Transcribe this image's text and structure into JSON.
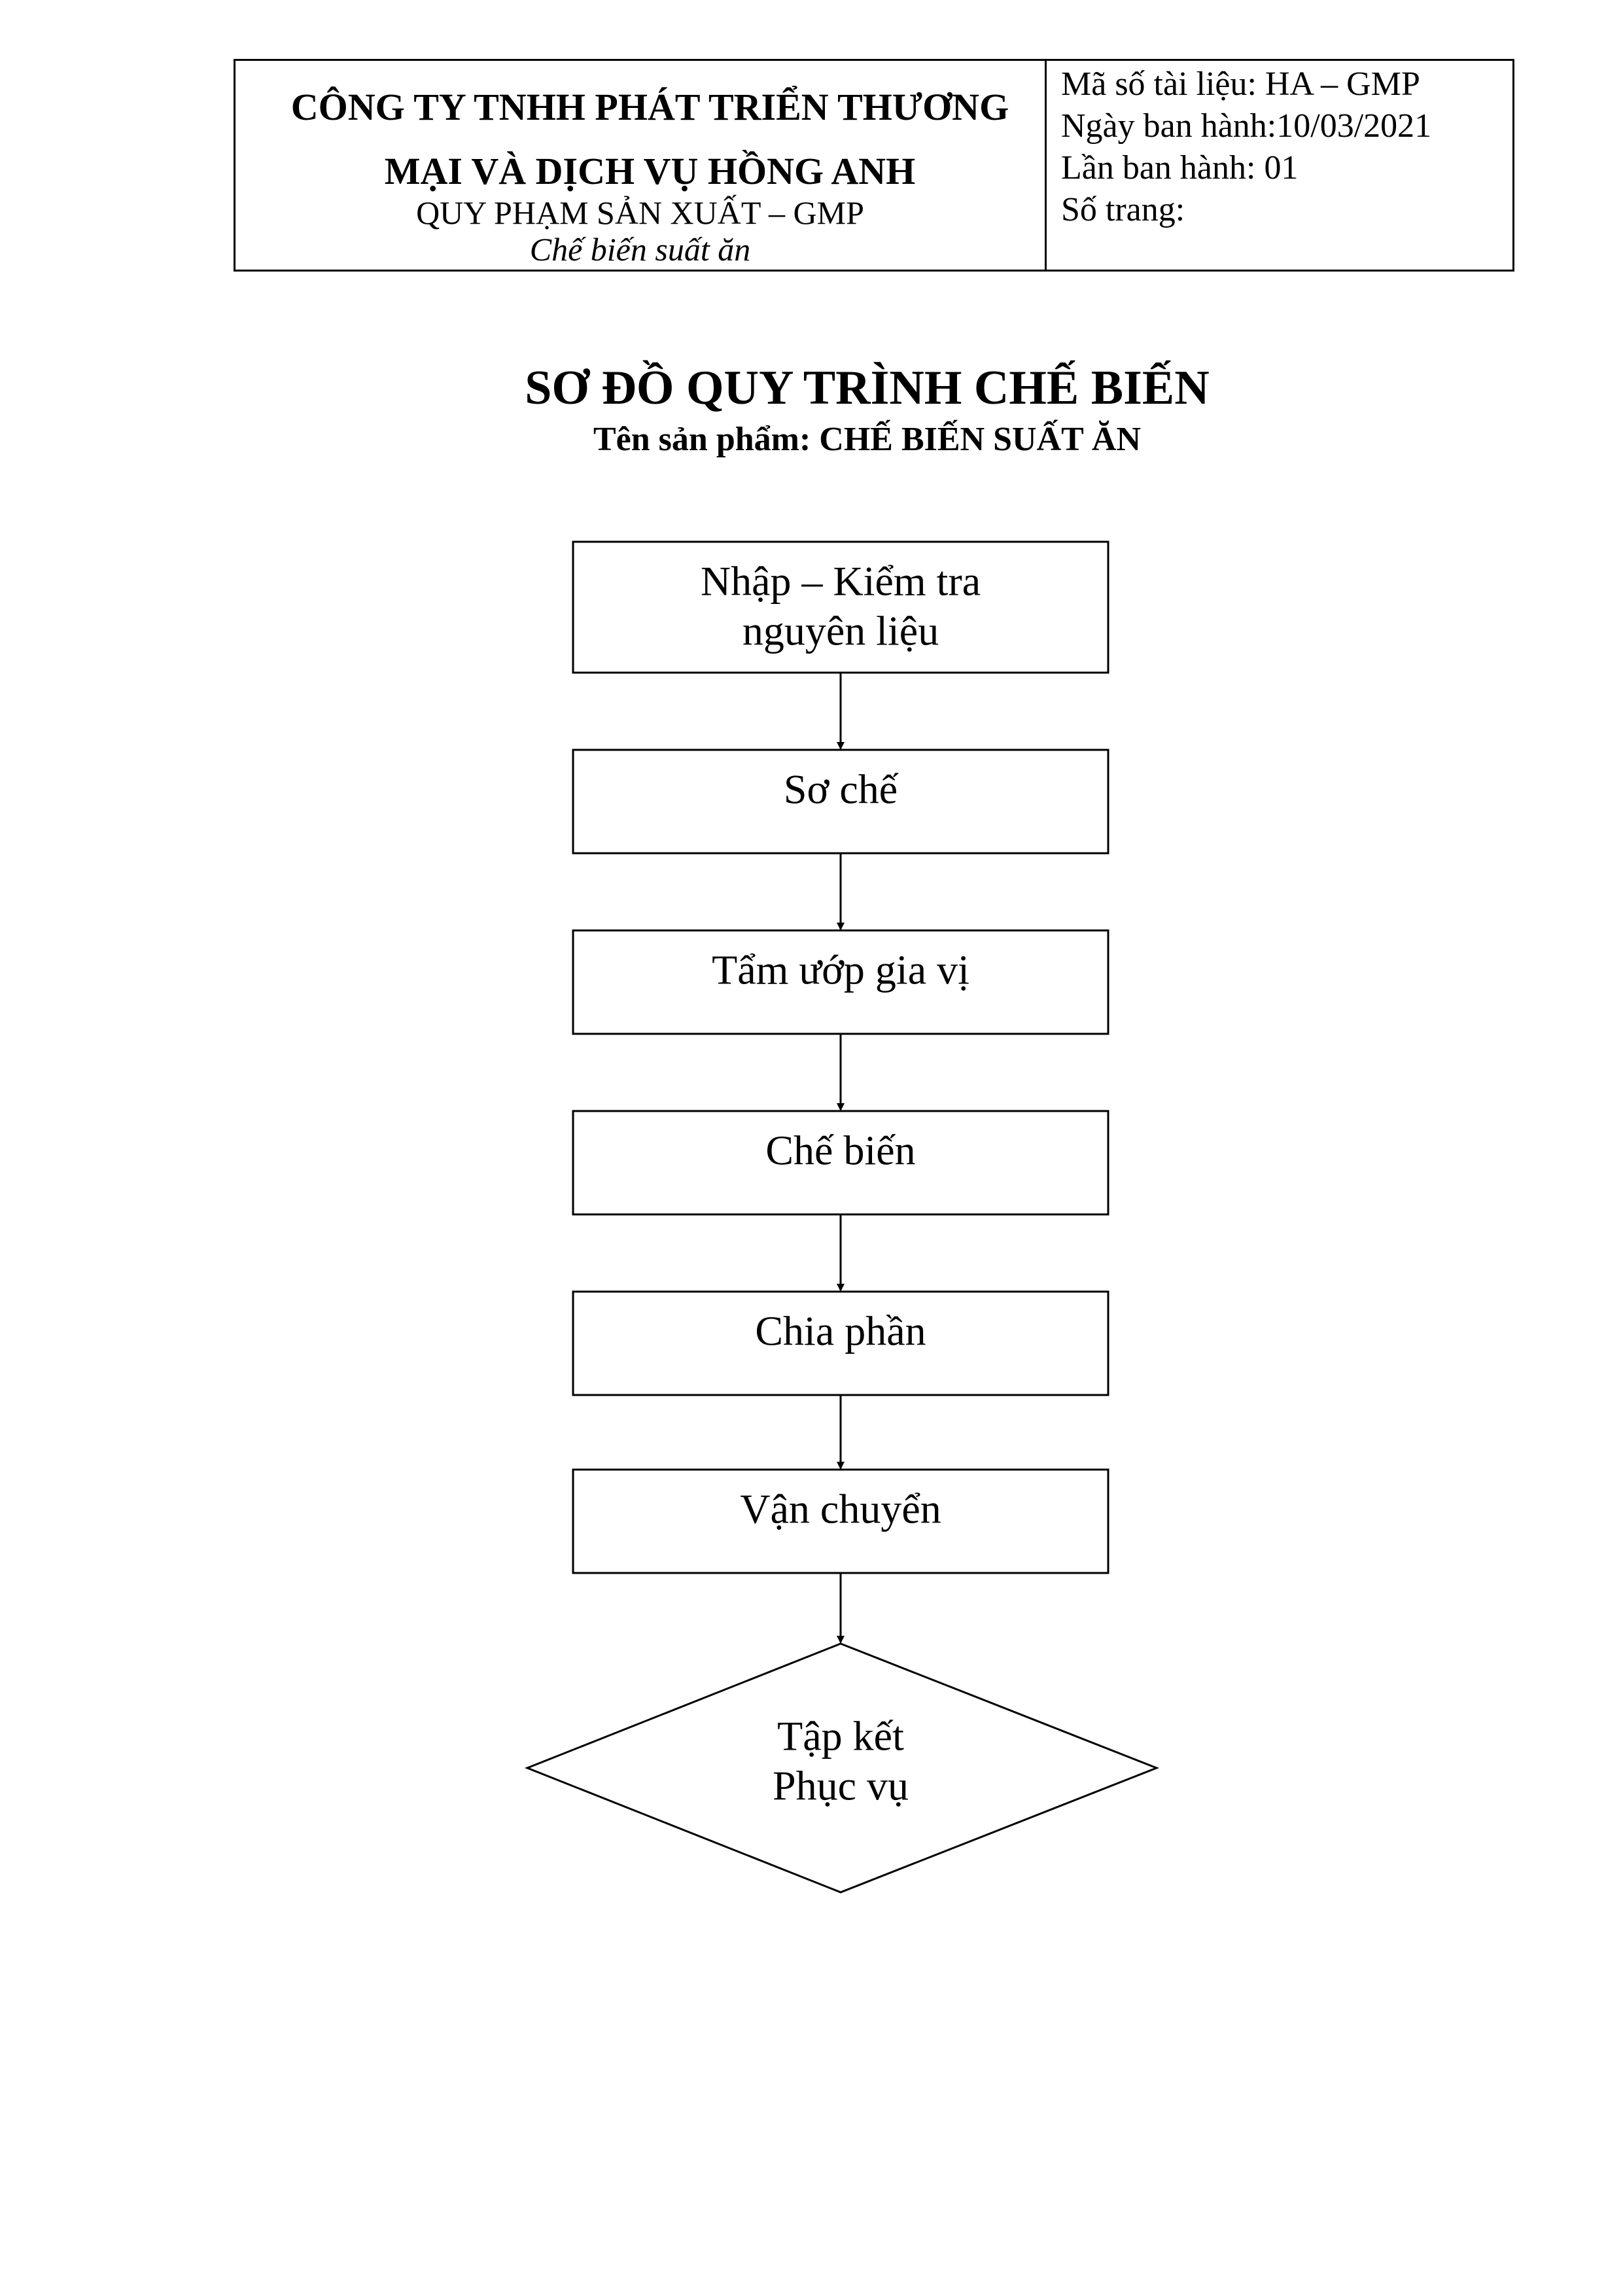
{
  "header": {
    "company_line1": "CÔNG TY TNHH PHÁT TRIỂN THƯƠNG",
    "company_line2": "MẠI VÀ DỊCH VỤ HỒNG ANH",
    "standard_name": "QUY PHẠM SẢN XUẤT – GMP",
    "standard_sub": "Chế biến suất ăn",
    "meta": {
      "doc_code": "Mã số tài liệu: HA – GMP",
      "issue_date": "Ngày ban hành:10/03/2021",
      "issue_number": "Lần ban hành: 01",
      "page_count": "Số trang:"
    }
  },
  "document": {
    "title": "SƠ ĐỒ QUY TRÌNH CHẾ BIẾN",
    "subtitle": "Tên sản phẩm: CHẾ BIẾN SUẤT ĂN"
  },
  "flowchart": {
    "steps": [
      {
        "label_lines": [
          "Nhập – Kiểm tra",
          "nguyên liệu"
        ]
      },
      {
        "label_lines": [
          "Sơ chế"
        ]
      },
      {
        "label_lines": [
          "Tẩm ướp gia vị"
        ]
      },
      {
        "label_lines": [
          "Chế biến"
        ]
      },
      {
        "label_lines": [
          "Chia phần"
        ]
      },
      {
        "label_lines": [
          "Vận chuyển"
        ]
      }
    ],
    "terminal": {
      "label_lines": [
        "Tập kết",
        "Phục vụ"
      ]
    }
  }
}
